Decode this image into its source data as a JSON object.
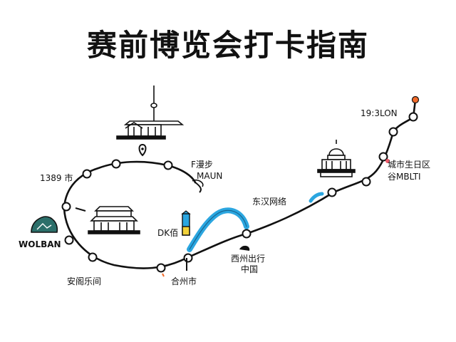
{
  "title": "赛前博览会打卡指南",
  "labels": {
    "top_left_station": "1389 市",
    "wolban": "WOLBAN",
    "bottom_left_station": "安阁乐间",
    "bottom_center_station": "合州市",
    "dk": "DK佰",
    "top_right_label_1": "F漫步",
    "top_right_label_2": "MAUN",
    "middle_station": "东汉网络",
    "west_exit_1": "西州出行",
    "west_exit_2": "中国",
    "east_time": "19:3LON",
    "city_station_1": "城市生日区",
    "city_station_2": "谷MBLTI"
  },
  "colors": {
    "route": "#111111",
    "river": "#2ba6e0",
    "accent_orange": "#f26b2a",
    "accent_pink": "#ef5b6b",
    "lake": "#2c6f6a",
    "marker_yellow": "#f2d23a"
  },
  "icons": [
    "tv-tower-landmark",
    "palace-gate-landmark",
    "domed-capitol-landmark",
    "lake-icon",
    "map-pin-icon"
  ]
}
